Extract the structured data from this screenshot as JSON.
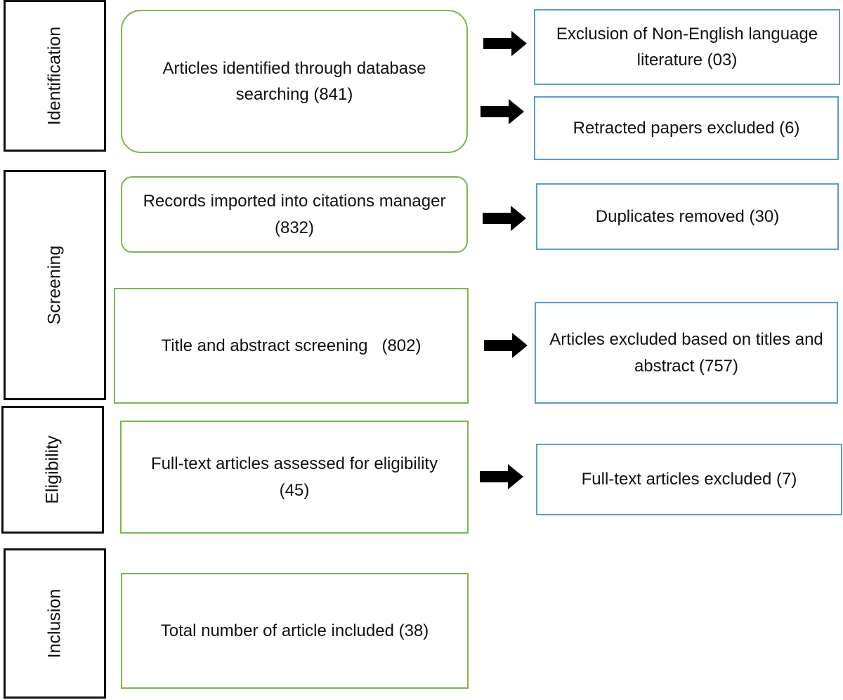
{
  "stages": {
    "identification": "Identification",
    "screening": "Screening",
    "eligibility": "Eligibility",
    "inclusion": "Inclusion"
  },
  "flow": {
    "identified": "Articles identified through database searching (841)",
    "imported": "Records imported into citations manager (832)",
    "title_abstract": "Title and abstract screening   (802)",
    "fulltext_assessed": "Full-text articles assessed for eligibility (45)",
    "included": "Total number of article included (38)"
  },
  "exclusions": {
    "non_english": "Exclusion of Non-English language literature (03)",
    "retracted": "Retracted papers excluded (6)",
    "duplicates": "Duplicates removed (30)",
    "title_abstract_excluded": "Articles excluded based on titles and abstract (757)",
    "fulltext_excluded": "Full-text articles excluded (7)"
  },
  "colors": {
    "flow_border": "#7ab648",
    "exclusion_border": "#5b9bd5",
    "stage_border": "#111111",
    "arrow": "#000000"
  }
}
